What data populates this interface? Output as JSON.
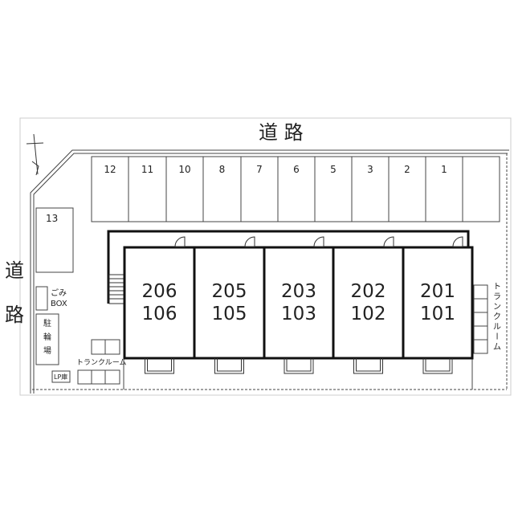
{
  "road_top": "道 路",
  "road_left": [
    "道",
    "路"
  ],
  "parking": [
    "12",
    "11",
    "10",
    "8",
    "7",
    "6",
    "5",
    "3",
    "2",
    "1",
    ""
  ],
  "parking_13": "13",
  "units": [
    {
      "upper": "206",
      "lower": "106"
    },
    {
      "upper": "205",
      "lower": "105"
    },
    {
      "upper": "203",
      "lower": "103"
    },
    {
      "upper": "202",
      "lower": "102"
    },
    {
      "upper": "201",
      "lower": "101"
    }
  ],
  "garbage": [
    "ごみ",
    "BOX"
  ],
  "bicycle": [
    "駐",
    "輪",
    "場"
  ],
  "trunk_room_left": "トランクルーム",
  "trunk_room_right": [
    "ト",
    "ラ",
    "ン",
    "ク",
    "ル",
    "ー",
    "ム"
  ],
  "lp_storage": "LP庫"
}
